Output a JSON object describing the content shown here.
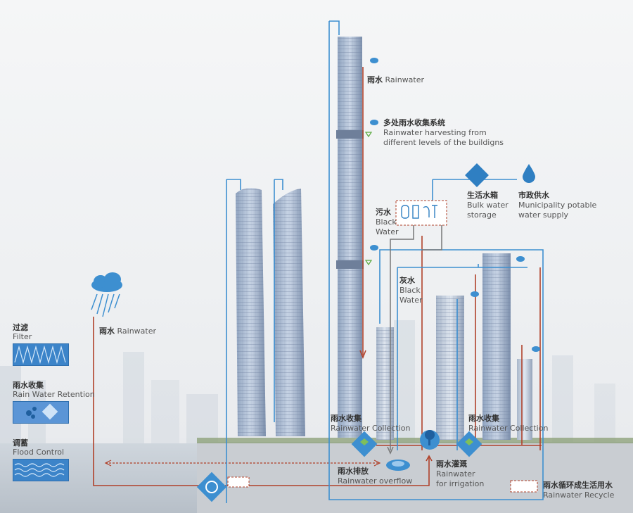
{
  "labels": {
    "rain_top_cn": "雨水",
    "rain_top_en": "Rainwater",
    "harvest_cn": "多处雨水收集系统",
    "harvest_en_1": "Rainwater harvesting from",
    "harvest_en_2": "different levels of the buildigns",
    "bulk_cn": "生活水箱",
    "bulk_en_1": "Bulk water",
    "bulk_en_2": "storage",
    "municipal_cn": "市政供水",
    "municipal_en_1": "Municipality potable",
    "municipal_en_2": "water supply",
    "sewage_cn": "污水",
    "sewage_en_1": "Black",
    "sewage_en_2": "Water",
    "grey_cn": "灰水",
    "grey_en_1": "Black",
    "grey_en_2": "Water",
    "rain_left_cn": "雨水",
    "rain_left_en": "Rainwater",
    "collect_left_cn": "雨水收集",
    "collect_left_en": "Rainwater Collection",
    "collect_right_cn": "雨水收集",
    "collect_right_en": "Rainwater Collection",
    "overflow_cn": "雨水排放",
    "overflow_en": "Rainwater overflow",
    "irrigation_cn": "雨水灌溉",
    "irrigation_en_1": "Rainwater",
    "irrigation_en_2": "for irrigation",
    "recycle_cn": "雨水循环成生活用水",
    "recycle_en": "Rainwater Recycle"
  },
  "legend": {
    "filter_cn": "过滤",
    "filter_en": "Filter",
    "retention_cn": "雨水收集",
    "retention_en": "Rain Water Retention",
    "flood_cn": "调蓄",
    "flood_en": "Flood Control"
  },
  "colors": {
    "rain_line": "#b0412a",
    "supply_line": "#3d8fd0",
    "grey_line": "#777777",
    "overflow_dash": "#b0412a",
    "legend_blue": "#3c84c9"
  },
  "icons": [
    "rain-cloud-icon",
    "storage-cube-icon",
    "recycle-icon",
    "tree-icon",
    "pond-icon",
    "droplet-icon",
    "fixture-icon"
  ]
}
